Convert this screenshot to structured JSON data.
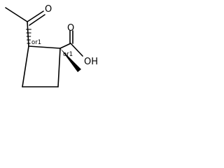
{
  "molecule": {
    "atoms": {
      "carbonyl_oxygen": "O",
      "hydroxyl": "OH"
    },
    "stereo_labels": {
      "c2": "or1",
      "c1": "or1"
    }
  }
}
